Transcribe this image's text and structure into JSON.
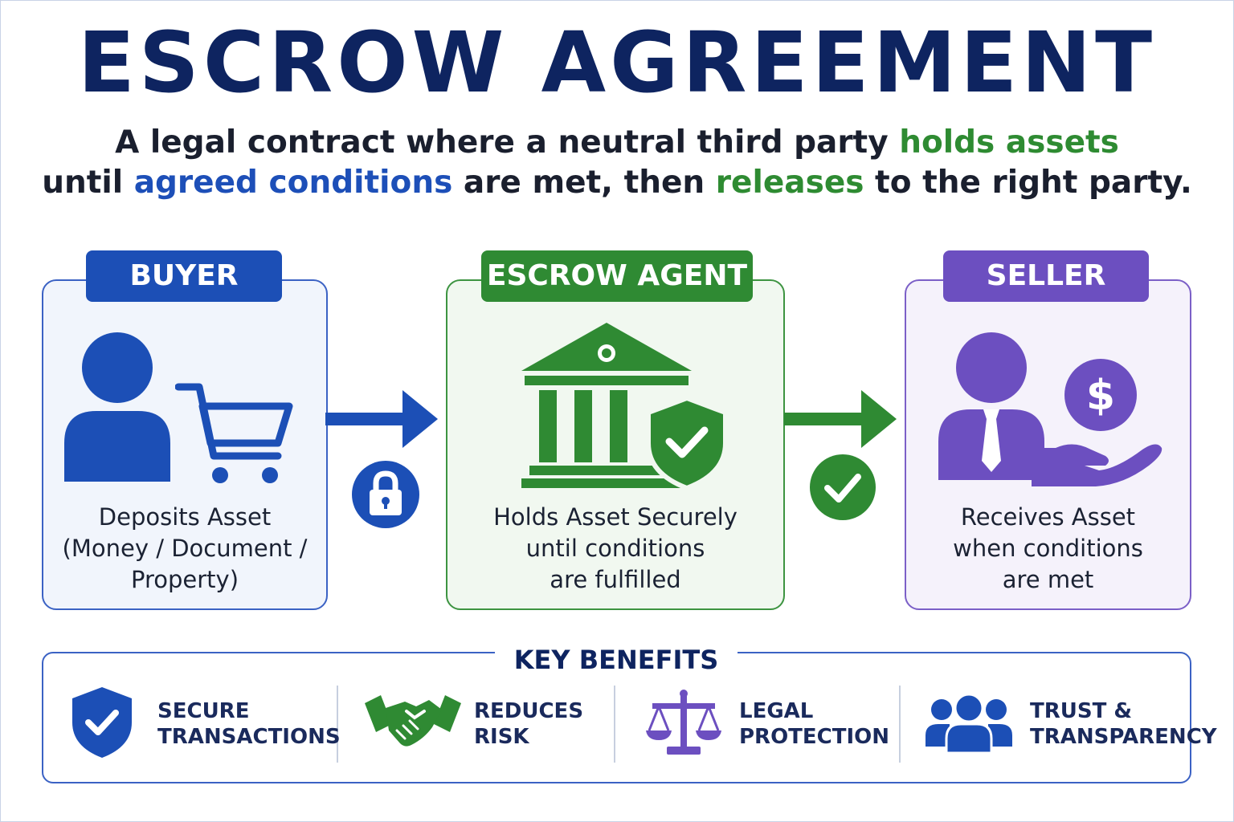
{
  "title": "ESCROW AGREEMENT",
  "subtitle": {
    "line1_a": "A legal contract where a neutral third party ",
    "line1_b": "holds assets",
    "line2_a": "until ",
    "line2_b": "agreed conditions",
    "line2_c": " are met, then ",
    "line2_d": "releases",
    "line2_e": " to the right party."
  },
  "parties": {
    "buyer": {
      "label": "BUYER",
      "lines": [
        "Deposits Asset",
        "(Money / Document /",
        "Property)"
      ]
    },
    "agent": {
      "label": "ESCROW AGENT",
      "lines": [
        "Holds Asset Securely",
        "until conditions",
        "are fulfilled"
      ]
    },
    "seller": {
      "label": "SELLER",
      "lines": [
        "Receives Asset",
        "when conditions",
        "are met"
      ]
    }
  },
  "benefits": {
    "title": "KEY BENEFITS",
    "items": [
      {
        "line1": "SECURE",
        "line2": "TRANSACTIONS",
        "icon": "shield-check-icon"
      },
      {
        "line1": "REDUCES",
        "line2": "RISK",
        "icon": "handshake-icon"
      },
      {
        "line1": "LEGAL",
        "line2": "PROTECTION",
        "icon": "scales-icon"
      },
      {
        "line1": "TRUST &",
        "line2": "TRANSPARENCY",
        "icon": "group-icon"
      }
    ]
  },
  "colors": {
    "navy": "#0e2460",
    "blue": "#1c4fb6",
    "green": "#2f8a33",
    "purple": "#6c4fc0"
  }
}
